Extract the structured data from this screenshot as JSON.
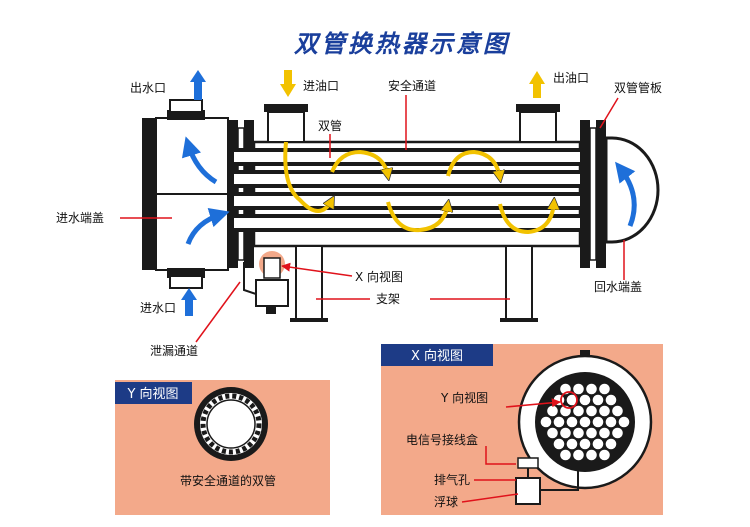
{
  "title": "双管换热器示意图",
  "labels": {
    "water_outlet": "出水口",
    "oil_inlet": "进油口",
    "safety_channel": "安全通道",
    "oil_outlet": "出油口",
    "tube_sheet": "双管管板",
    "double_tube": "双管",
    "water_inlet_cover": "进水端盖",
    "x_view": "X 向视图",
    "support": "支架",
    "return_cover": "回水端盖",
    "water_inlet": "进水口",
    "leak_channel": "泄漏通道"
  },
  "y_panel": {
    "header": "Y 向视图",
    "caption": "带安全通道的双管"
  },
  "x_panel": {
    "header": "X 向视图",
    "y_view": "Y 向视图",
    "junction_box": "电信号接线盒",
    "vent_hole": "排气孔",
    "float": "浮球"
  },
  "colors": {
    "title": "#1a3f9c",
    "flow_arrow_blue": "#1e6fd9",
    "flow_arrow_yellow": "#f2c200",
    "leader_red": "#e0121b",
    "panel_fill": "#f3a98a",
    "panel_header": "#1d3b86",
    "frame": "#1a1a1a"
  }
}
